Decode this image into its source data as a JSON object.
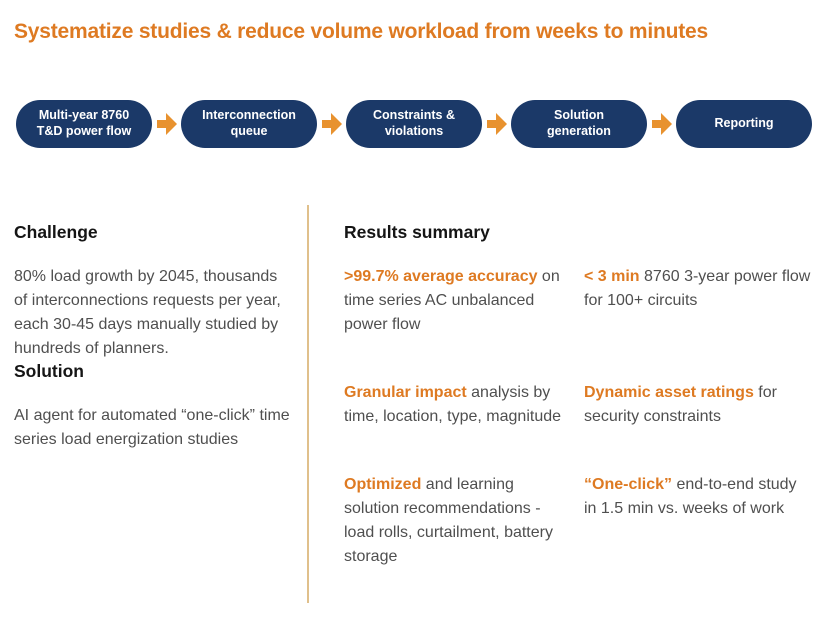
{
  "title": "Systematize studies & reduce volume workload from weeks to minutes",
  "flow": {
    "steps": [
      {
        "label": "Multi-year 8760 T&D power flow"
      },
      {
        "label": "Interconnection queue"
      },
      {
        "label": "Constraints & violations"
      },
      {
        "label": "Solution generation"
      },
      {
        "label": "Reporting"
      }
    ]
  },
  "challenge": {
    "heading": "Challenge",
    "body": "80% load growth by 2045, thousands of interconnections requests per year, each 30-45 days manually studied by hundreds of planners."
  },
  "solution": {
    "heading": "Solution",
    "body": "AI agent for automated “one-click” time series load energization studies"
  },
  "results": {
    "heading": "Results summary",
    "items": [
      {
        "highlight": ">99.7% average accuracy",
        "rest": " on time series AC unbalanced power flow"
      },
      {
        "highlight": "< 3 min",
        "rest": " 8760 3-year power flow for 100+ circuits"
      },
      {
        "highlight": "Granular impact",
        "rest": " analysis by time, location, type, magnitude"
      },
      {
        "highlight": "Dynamic asset ratings",
        "rest": " for security constraints"
      },
      {
        "highlight": "Optimized",
        "rest": " and learning solution recommendations - load rolls, curtailment, battery storage"
      },
      {
        "highlight": "“One-click”",
        "rest": " end-to-end study in 1.5 min vs. weeks of work"
      }
    ]
  },
  "colors": {
    "accent_orange": "#DE7A22",
    "arrow_orange": "#E8922F",
    "navy": "#1B3968",
    "divider_tan": "#E0C08C",
    "body_gray": "#4F4F4F",
    "heading_black": "#151515"
  }
}
